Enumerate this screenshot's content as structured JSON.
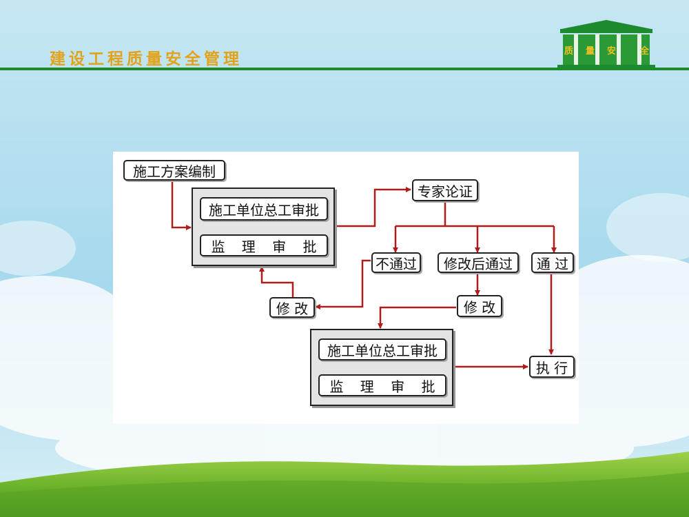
{
  "header": {
    "title": "建设工程质量安全管理",
    "logo_chars": [
      "质",
      "量",
      "安",
      "全"
    ]
  },
  "colors": {
    "header_text": "#e2a21a",
    "header_line": "#1e8a2e",
    "arrow": "#b01c1c",
    "box_border": "#222222",
    "group_fill": "#e4e4e4"
  },
  "flowchart": {
    "plan": "施工方案编制",
    "group1": {
      "top": "施工单位总工审批",
      "bottom": "监 理 审 批"
    },
    "expert": "专家论证",
    "reject": "不通过",
    "conditional": "修改后通过",
    "pass": "通 过",
    "revise1": "修 改",
    "revise2": "修 改",
    "group2": {
      "top": "施工单位总工审批",
      "bottom": "监 理 审 批"
    },
    "execute": "执 行"
  }
}
